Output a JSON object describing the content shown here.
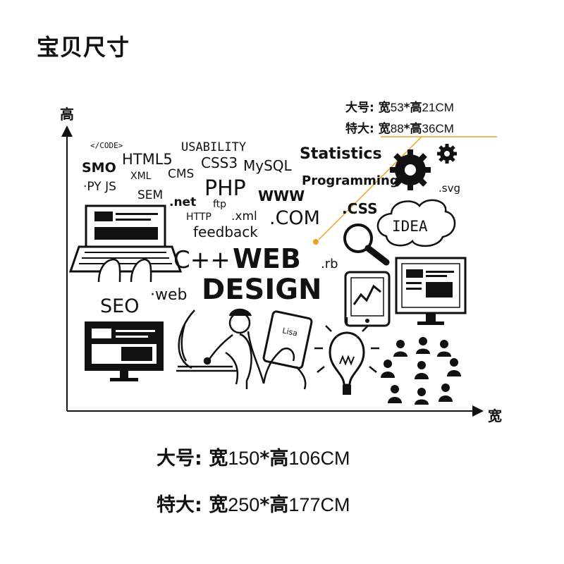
{
  "header": {
    "title": "宝贝尺寸"
  },
  "axes": {
    "height_label": "高",
    "width_label": "宽"
  },
  "callout": {
    "large": {
      "label": "大号:",
      "width_word": "宽",
      "width_value": "53",
      "times": "*",
      "height_word": "高",
      "height_value": "21CM"
    },
    "xlarge": {
      "label": "特大:",
      "width_word": "宽",
      "width_value": "88",
      "times": "*",
      "height_word": "高",
      "height_value": "36CM"
    },
    "accent_color": "#f0a020"
  },
  "sizes": {
    "large": {
      "label": "大号:",
      "width_word": "宽",
      "width_value": "150",
      "times": "*",
      "height_word": "高",
      "height_value": "106CM"
    },
    "xlarge": {
      "label": "特大:",
      "width_word": "宽",
      "width_value": "250",
      "times": "*",
      "height_word": "高",
      "height_value": "177CM"
    }
  },
  "artwork": {
    "words": {
      "code": "</CODE>",
      "html5": "HTML5",
      "usability": "USABILITY",
      "smo": "SMO",
      "xml": "XML",
      "cms": "CMS",
      "css3": "CSS3",
      "mysql": "MySQL",
      "statistics": "Statistics",
      "programming": "Programming",
      "pyjs": "·PY JS",
      "sem": "SEM",
      "net": ".net",
      "php": "PHP",
      "www": "WWW",
      "svg": ".svg",
      "ftp": "ftp",
      "http": "HTTP",
      "xml2": ".xml",
      "com": ".COM",
      "css": ".CSS",
      "idea": "IDEA",
      "feedback": "feedback",
      "cpp": "C++",
      "web": "WEB",
      "rb": ".rb",
      "seo": "SEO",
      "web2": "·web",
      "design": "DESIGN",
      "tablet_text": "Lisa"
    }
  }
}
